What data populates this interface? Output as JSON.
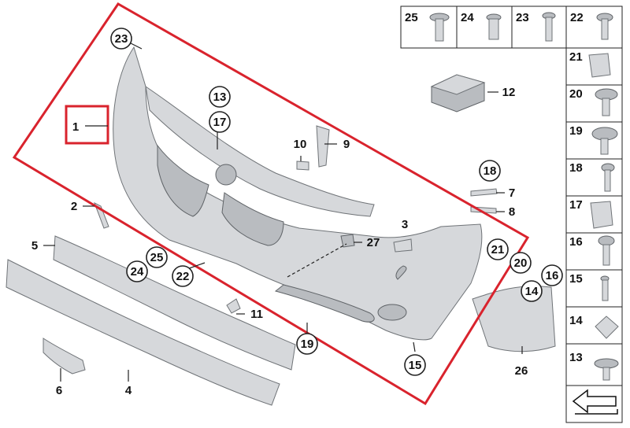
{
  "accent_color": "#d9232d",
  "callouts": {
    "c1": "1",
    "c2": "2",
    "c3": "3",
    "c4": "4",
    "c5": "5",
    "c6": "6",
    "c7": "7",
    "c8": "8",
    "c9": "9",
    "c10": "10",
    "c11": "11",
    "c12": "12",
    "c13": "13",
    "c14": "14",
    "c15": "15",
    "c16": "16",
    "c17": "17",
    "c18": "18",
    "c19": "19",
    "c20": "20",
    "c21": "21",
    "c22": "22",
    "c23": "23",
    "c24": "24",
    "c25": "25",
    "c26": "26",
    "c27": "27"
  },
  "fastener_top_row": [
    "25",
    "24",
    "23",
    "22"
  ],
  "fastener_column": [
    "21",
    "20",
    "19",
    "18",
    "17",
    "16",
    "15",
    "14",
    "13"
  ],
  "icons": {
    "bottom_cell": "arrow-down-left-icon"
  }
}
